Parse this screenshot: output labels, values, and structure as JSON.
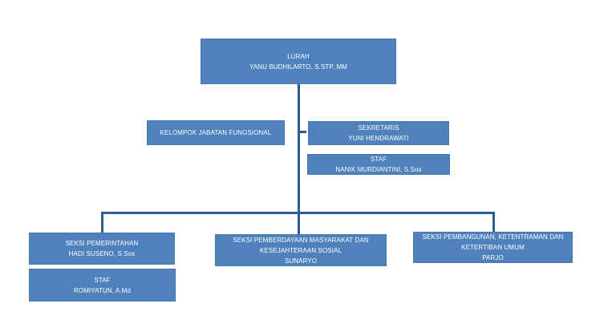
{
  "colors": {
    "box_fill": "#4f81bd",
    "box_text": "#ffffff",
    "connector": "#2f5d8f"
  },
  "lurah": {
    "title": "LURAH",
    "name": "YANU BUDHILARTO,  S.STP,  MM"
  },
  "kelompok": {
    "title": "KELOMPOK JABATAN FUNGSIONAL"
  },
  "sekretaris": {
    "title": "SEKRETARIS",
    "name": "YUNI HENDRAWATI"
  },
  "staf_sekretaris": {
    "title": "STAF",
    "name": "NANIK MURDIANTINI,  S.Sos"
  },
  "seksi_pemerintahan": {
    "title": "SEKSI PEMERINTAHAN",
    "name": "HADI SUSENO,  S.Sos"
  },
  "staf_pemerintahan": {
    "title": "STAF",
    "name": "ROMIYATUN,  A.Md"
  },
  "seksi_pemberdayaan": {
    "title_line1": "SEKSI PEMBERDAYAAN  MASYARAKAT  DAN",
    "title_line2": "KESEJAHTERAAN  SOSIAL",
    "name": "SUNARYO"
  },
  "seksi_pembangunan": {
    "title_line1": "SEKSI PEMBANGUNAN,  KETENTRAMAN  DAN",
    "title_line2": "KETERTIBAN  UMUM",
    "name": "PARJO"
  }
}
